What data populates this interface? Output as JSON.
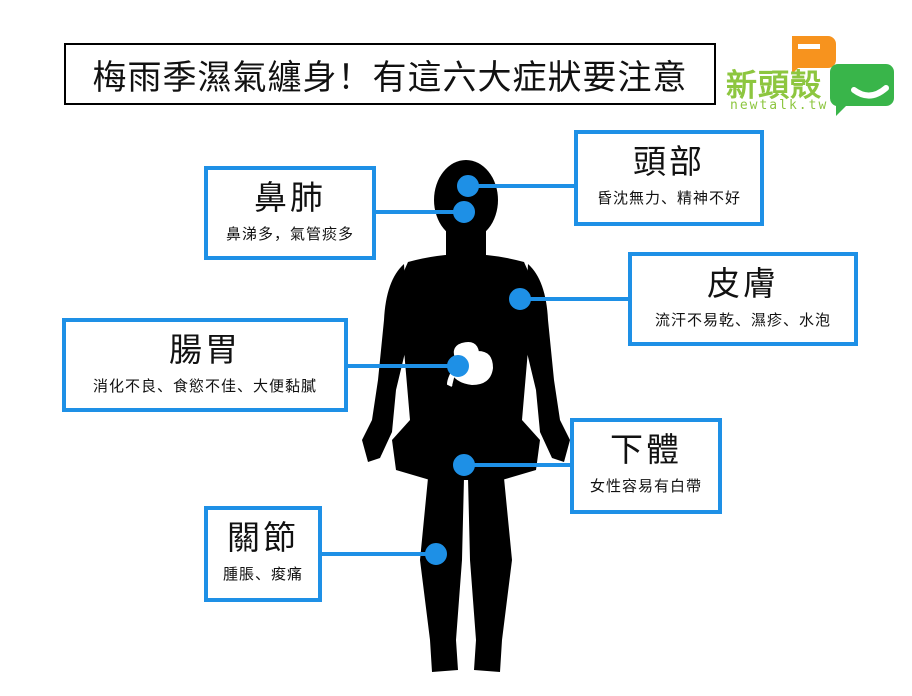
{
  "title": "梅雨季濕氣纏身！有這六大症狀要注意",
  "logo": {
    "text": "新頭殼",
    "sub": "newtalk.tw",
    "green": "#8dc63f",
    "orange": "#f7931e"
  },
  "accent_color": "#1e90e6",
  "labels": {
    "head": {
      "title": "頭部",
      "desc": "昏沈無力、精神不好"
    },
    "nose": {
      "title": "鼻肺",
      "desc": "鼻涕多，氣管痰多"
    },
    "skin": {
      "title": "皮膚",
      "desc": "流汗不易乾、濕疹、水泡"
    },
    "gut": {
      "title": "腸胃",
      "desc": "消化不良、食慾不佳、大便黏膩"
    },
    "lower": {
      "title": "下體",
      "desc": "女性容易有白帶"
    },
    "joints": {
      "title": "關節",
      "desc": "腫脹、痠痛"
    }
  }
}
